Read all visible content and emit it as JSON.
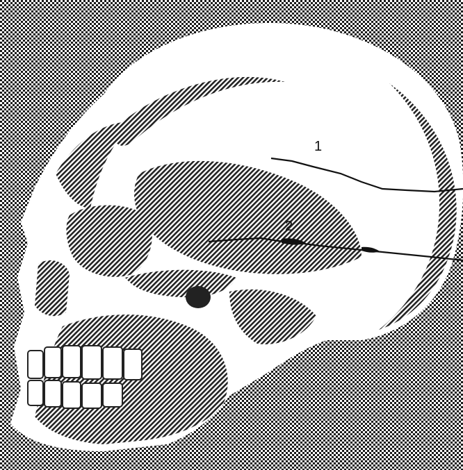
{
  "figure": {
    "description_labels": [
      {
        "id": "1",
        "text": "1"
      },
      {
        "id": "2",
        "text": "2"
      }
    ]
  },
  "colors": {
    "background_pattern": "#1a1a1a",
    "bone": "#ffffff",
    "hatch": "#222222",
    "fracture_line": "#111111"
  }
}
